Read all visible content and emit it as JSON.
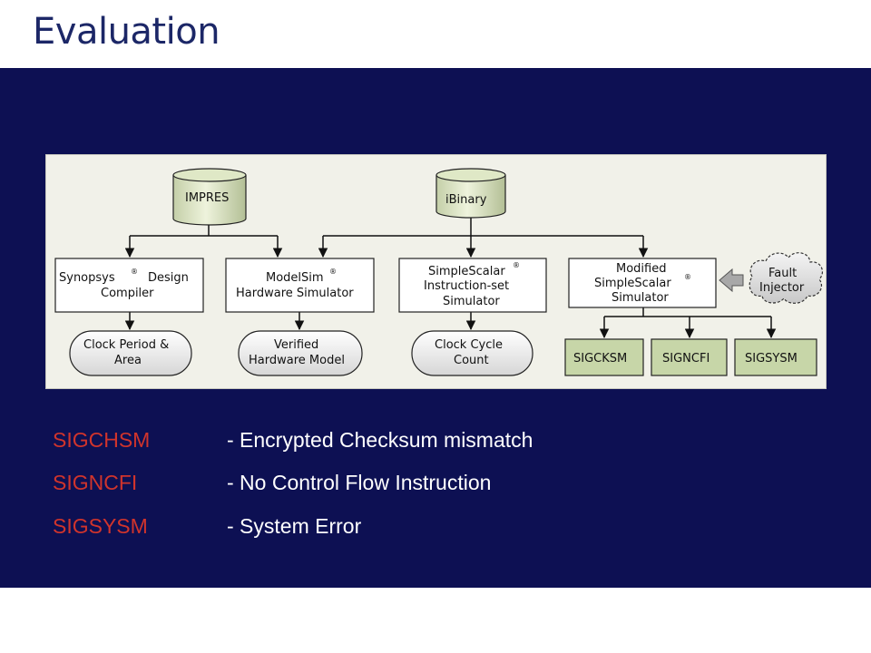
{
  "slide": {
    "title": "Evaluation"
  },
  "diagram": {
    "nodes": {
      "impres": "IMPRES",
      "ibinary": "iBinary",
      "synopsys": {
        "line1": "Synopsys",
        "reg": "®",
        "line1b": "Design",
        "line2": "Compiler"
      },
      "modelsim": {
        "line1": "ModelSim",
        "reg": "®",
        "line2": "Hardware Simulator"
      },
      "simplescalar": {
        "line1": "SimpleScalar",
        "reg": "®",
        "line2": "Instruction-set",
        "line3": "Simulator"
      },
      "modified": {
        "line1": "Modified",
        "line2": "SimpleScalar",
        "reg": "®",
        "line3": "Simulator"
      },
      "fault_injector": {
        "line1": "Fault",
        "line2": "Injector"
      },
      "clock_period": {
        "line1": "Clock Period &",
        "line2": "Area"
      },
      "verified_model": {
        "line1": "Verified",
        "line2": "Hardware Model"
      },
      "clock_cycle": {
        "line1": "Clock Cycle",
        "line2": "Count"
      },
      "sigcksm": "SIGCKSM",
      "signcfi": "SIGNCFI",
      "sigsysm": "SIGSYSM"
    }
  },
  "legend": [
    {
      "code": "SIGCHSM",
      "description": "- Encrypted Checksum mismatch"
    },
    {
      "code": "SIGNCFI",
      "description": "- No Control Flow Instruction"
    },
    {
      "code": "SIGSYSM",
      "description": "- System Error"
    }
  ],
  "colors": {
    "title": "#1c2767",
    "panel_background": "#0d1053",
    "diagram_background": "#f1f1e9",
    "legend_code": "#d0342c",
    "legend_description": "#ffffff"
  }
}
